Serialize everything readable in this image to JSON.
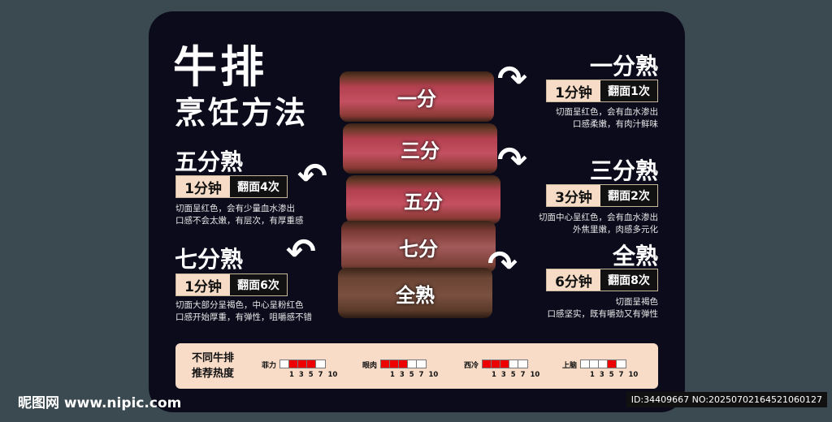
{
  "title": {
    "line1": "牛排",
    "line2": "烹饪方法"
  },
  "steak_labels": [
    "一分",
    "三分",
    "五分",
    "七分",
    "全熟"
  ],
  "doneness": [
    {
      "name": "一分熟",
      "time": "1分钟",
      "flip": "翻面1次",
      "desc1": "切面呈红色，会有血水渗出",
      "desc2": "口感柔嫩，有肉汁鲜味"
    },
    {
      "name": "三分熟",
      "time": "3分钟",
      "flip": "翻面2次",
      "desc1": "切面中心呈红色，会有血水渗出",
      "desc2": "外焦里嫩，肉感多元化"
    },
    {
      "name": "全熟",
      "time": "6分钟",
      "flip": "翻面8次",
      "desc1": "切面呈褐色",
      "desc2": "口感坚实，既有嚼劲又有弹性"
    },
    {
      "name": "五分熟",
      "time": "1分钟",
      "flip": "翻面4次",
      "desc1": "切面呈红色，会有少量血水渗出",
      "desc2": "口感不会太嫩，有层次，有厚重感"
    },
    {
      "name": "七分熟",
      "time": "1分钟",
      "flip": "翻面6次",
      "desc1": "切面大部分呈褐色，中心呈粉红色",
      "desc2": "口感开始厚重，有弹性，咀嚼感不错"
    }
  ],
  "ratings": {
    "title1": "不同牛排",
    "title2": "推荐热度",
    "ticks": "1 3 5 7 10",
    "items": [
      {
        "name": "菲力",
        "filled": [
          0,
          1,
          1,
          1,
          0
        ]
      },
      {
        "name": "眼肉",
        "filled": [
          1,
          1,
          1,
          0,
          0
        ]
      },
      {
        "name": "西冷",
        "filled": [
          1,
          1,
          1,
          0,
          0
        ]
      },
      {
        "name": "上脑",
        "filled": [
          0,
          0,
          0,
          1,
          0
        ]
      }
    ]
  },
  "watermark": "昵图网 www.nipic.com",
  "image_id": "ID:34409667 NO:20250702164521060127"
}
